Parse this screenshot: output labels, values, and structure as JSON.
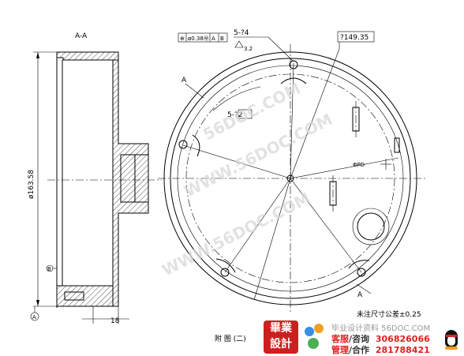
{
  "section_label": "A-A",
  "section_marker": "A",
  "dim_diameter_left": "ø163.58",
  "dim_width_bottom": "18",
  "datum_a": "A",
  "datum_b": "B",
  "tolerance_frame": [
    "⊕",
    "ø0.38Ⓜ",
    "A",
    "B"
  ],
  "hole_callout": "5-?4",
  "hole_count_label": "5-?2",
  "small_box": "3.2",
  "pcd_label": "?149.35",
  "cut_mark_top": "A",
  "cut_mark_bottom": "A",
  "note_tolerance": "未注尺寸公差±0.25",
  "caption": "附 图 (二)",
  "small_text": "ΦPD",
  "watermark": [
    "56DOC.COM",
    "WWW.56DOC.COM",
    "WWW.56DOC.COM"
  ],
  "banner": {
    "logo_line1": "畢業",
    "logo_line2": "設計",
    "title": "毕业设计资料 56DOC.COM",
    "service_label": "客服",
    "service_sep": "/咨询",
    "service_number": "306826066",
    "manage_label": "管理",
    "manage_sep": "/合作",
    "manage_number": "281788421"
  },
  "colors": {
    "logo_red": "#cc1f1f",
    "number_red": "#e0201f",
    "watermark_gray": "#d9d9d9"
  }
}
